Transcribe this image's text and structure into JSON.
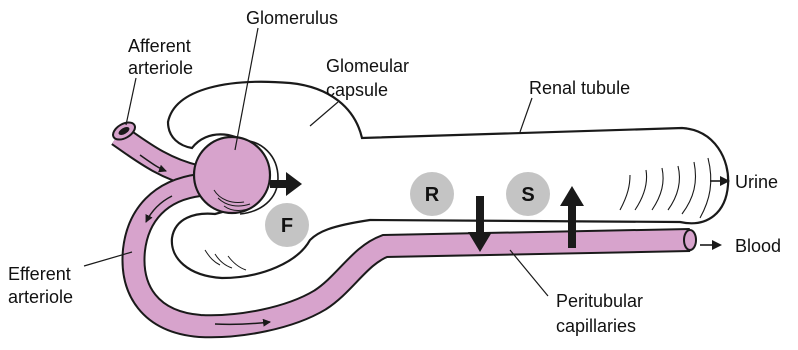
{
  "title": "",
  "labels": {
    "glomerulus": "Glomerulus",
    "afferent_line1": "Afferent",
    "afferent_line2": "arteriole",
    "capsule_line1": "Glomeular",
    "capsule_line2": "capsule",
    "renal_tubule": "Renal tubule",
    "urine": "Urine",
    "blood": "Blood",
    "efferent_line1": "Efferent",
    "efferent_line2": "arteriole",
    "peritubular_line1": "Peritubular",
    "peritubular_line2": "capillaries"
  },
  "badges": {
    "filtration": "F",
    "reabsorption": "R",
    "secretion": "S"
  },
  "colors": {
    "vessel": "#d7a3cc",
    "outline": "#1a1a1a",
    "badge": "#c4c4c4",
    "background": "#ffffff"
  }
}
